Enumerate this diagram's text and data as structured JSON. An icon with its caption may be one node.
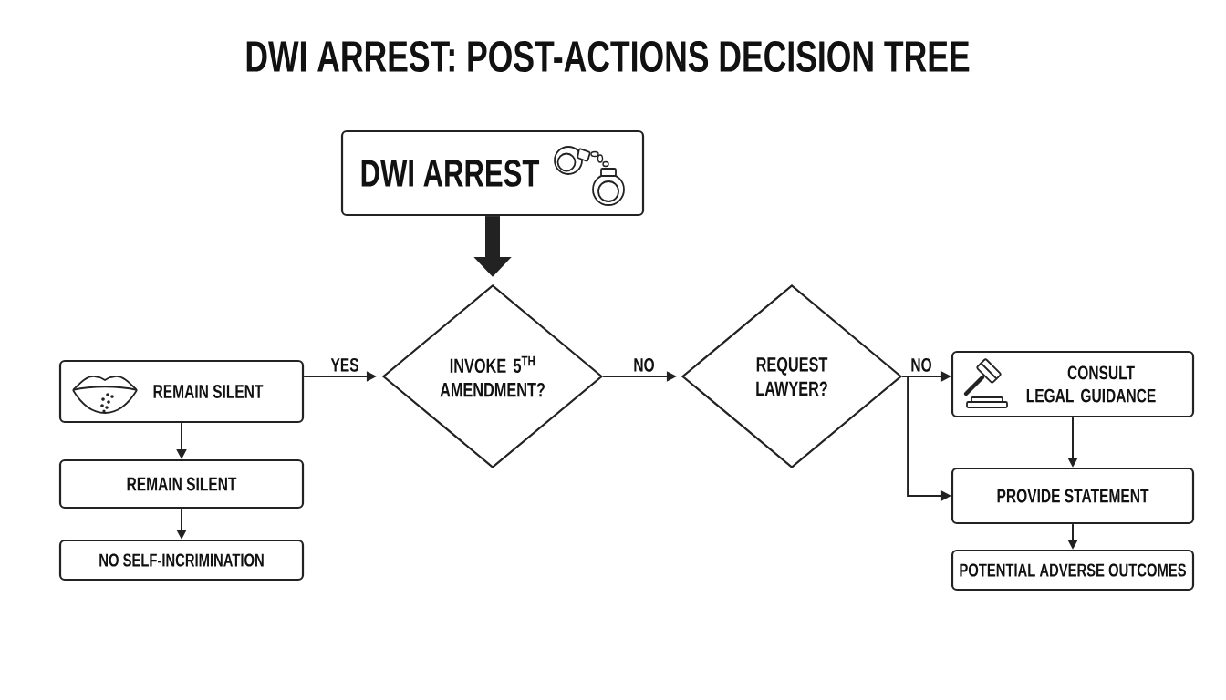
{
  "diagram": {
    "title": "DWI ARREST: POST-ACTIONS DECISION TREE",
    "nodes": [
      {
        "text": [
          "DWI ARREST"
        ]
      },
      {
        "text": [
          "INVOKE 5$^{TH}$ AMENDMENT?"
        ]
      },
      {
        "text": [
          "REQUEST LAWYER?"
        ]
      },
      {
        "text": [
          "REMAIN SILENT"
        ]
      },
      {
        "text": [
          "REMAIN SILENT"
        ]
      },
      {
        "text": [
          "NO SELF-INCRIMINATION"
        ]
      },
      {
        "text": [
          "CONSULT LEGAL GUIDANCE"
        ]
      },
      {
        "text": [
          "PROVIDE STATEMENT"
        ]
      },
      {
        "text": [
          "POTENTIAL ADVERSE OUTCOMES"
        ]
      }
    ],
    "edges": [
      {
        "from": 0,
        "to": 1,
        "arrow": "to",
        "style": "thick"
      },
      {
        "from": 3,
        "to": 1,
        "arrow": "to",
        "label": "YES"
      },
      {
        "from": 1,
        "to": 2,
        "arrow": "to",
        "label": "NO"
      },
      {
        "from": 2,
        "to": 6,
        "arrow": "to",
        "label": "NO"
      },
      {
        "from": 2,
        "to": 7,
        "arrow": "to"
      },
      {
        "from": 3,
        "to": 4,
        "arrow": "to"
      },
      {
        "from": 4,
        "to": 5,
        "arrow": "to"
      },
      {
        "from": 6,
        "to": 7,
        "arrow": "to"
      },
      {
        "from": 7,
        "to": 8,
        "arrow": "to"
      }
    ]
  }
}
